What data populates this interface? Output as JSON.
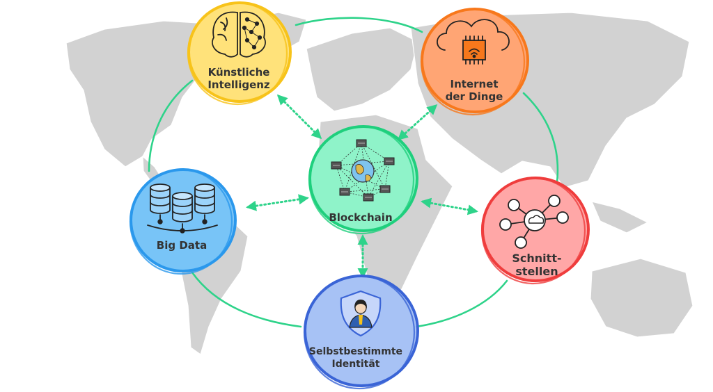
{
  "colors": {
    "ring": "#2ed38a",
    "arrow": "#2ed38a",
    "map": "#d2d2d2"
  },
  "center": {
    "label": "Blockchain",
    "icon": "blockchain-network-globe-icon",
    "fill": "#8ff3c9",
    "stroke": "#1fcf7d"
  },
  "nodes": [
    {
      "id": "ki",
      "label": "Künstliche\nIntelligenz",
      "icon": "brain-circuit-icon",
      "fill": "#ffe27a",
      "stroke": "#f7c31a"
    },
    {
      "id": "iot",
      "label": "Internet\nder Dinge",
      "icon": "cloud-chip-wifi-icon",
      "fill": "#ffa574",
      "stroke": "#f7781c"
    },
    {
      "id": "schnitt",
      "label": "Schnitt-\nstellen",
      "icon": "network-hub-cloud-icon",
      "fill": "#ffa7a7",
      "stroke": "#ef3d3d"
    },
    {
      "id": "identitaet",
      "label": "Selbstbestimmte\nIdentität",
      "icon": "shield-person-icon",
      "fill": "#a7c2f5",
      "stroke": "#3a64d6"
    },
    {
      "id": "bigdata",
      "label": "Big Data",
      "icon": "database-cylinders-icon",
      "fill": "#78c4f7",
      "stroke": "#2b98ec"
    }
  ]
}
